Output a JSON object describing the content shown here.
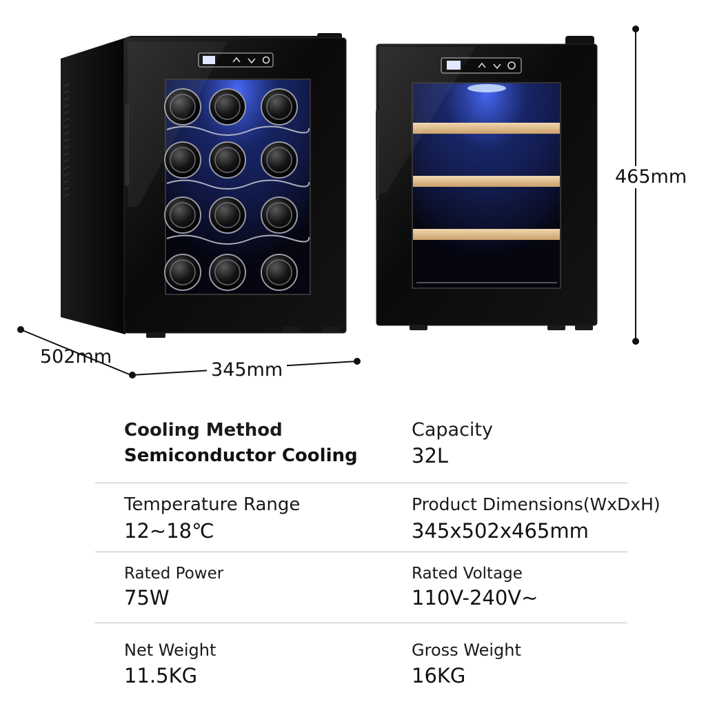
{
  "dimensions": {
    "height": "465mm",
    "depth": "502mm",
    "width": "345mm"
  },
  "specs": {
    "cooling_method": {
      "label": "Cooling Method",
      "value": "Semiconductor Cooling"
    },
    "capacity": {
      "label": "Capacity",
      "value": "32L"
    },
    "temperature_range": {
      "label": "Temperature Range",
      "value": "12~18℃"
    },
    "product_dimensions": {
      "label": "Product Dimensions(WxDxH)",
      "value": "345x502x465mm"
    },
    "rated_power": {
      "label": "Rated Power",
      "value": "75W"
    },
    "rated_voltage": {
      "label": "Rated Voltage",
      "value": "110V-240V~"
    },
    "net_weight": {
      "label": "Net Weight",
      "value": "11.5KG"
    },
    "gross_weight": {
      "label": "Gross Weight",
      "value": "16KG"
    }
  },
  "colors": {
    "cabinet": "#0b0b0b",
    "glass_glow": "#2d4fd6",
    "shelf_wood": "#e7c79a",
    "divider": "#bdbdbd"
  },
  "icons": [
    "temperature-display-icon",
    "up-arrow-icon",
    "down-arrow-icon",
    "power-icon"
  ]
}
